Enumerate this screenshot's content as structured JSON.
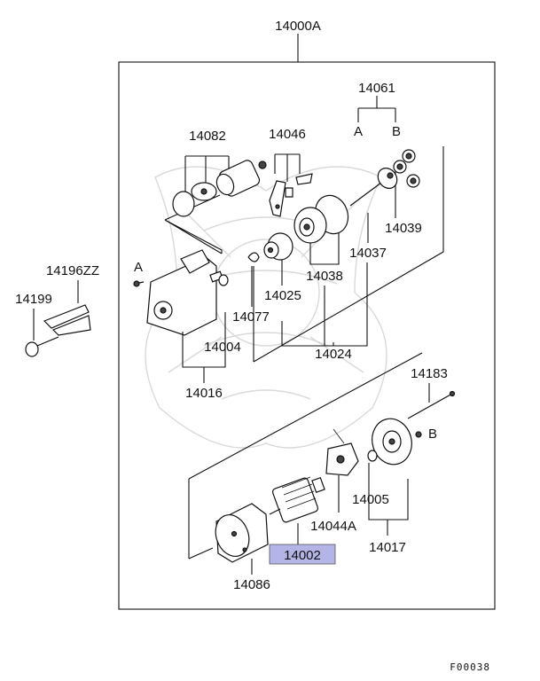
{
  "diagram": {
    "assembly_label": "14000A",
    "figure_code": "F00038",
    "parts": {
      "p14061": "14061",
      "p14061_a": "A",
      "p14061_b": "B",
      "p14082": "14082",
      "p14046": "14046",
      "p14196zz": "14196ZZ",
      "p14199": "14199",
      "ref_a": "A",
      "p14039": "14039",
      "p14037": "14037",
      "p14038": "14038",
      "p14025": "14025",
      "p14077": "14077",
      "p14004": "14004",
      "p14024": "14024",
      "p14016": "14016",
      "p14183": "14183",
      "ref_b": "B",
      "p14005": "14005",
      "p14044a": "14044A",
      "p14017": "14017",
      "p14002": "14002",
      "p14086": "14086"
    },
    "highlight_color": "#b4b4e6"
  }
}
